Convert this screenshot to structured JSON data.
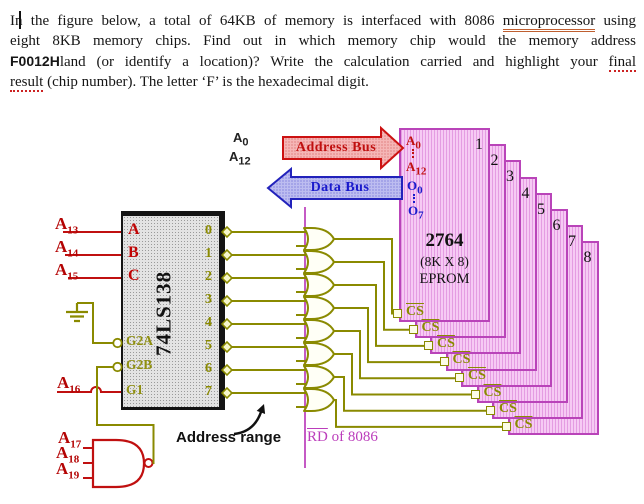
{
  "problem": {
    "lines": [
      {
        "justify": true,
        "segments": [
          {
            "t": "In the figure below, a total of 64KB of memory is interfaced with 8086 "
          },
          {
            "t": "microprocessor",
            "cls": "u-line"
          },
          {
            "t": " using"
          }
        ]
      },
      {
        "justify": true,
        "segments": [
          {
            "t": "eight 8KB memory chips. Find out in which memory chip would the memory address"
          }
        ]
      },
      {
        "justify": true,
        "segments": [
          {
            "t": "F0012H",
            "cls": "b"
          },
          {
            "t": "land (or identify a location)? Write the calculation carried and highlight your "
          },
          {
            "t": "final",
            "cls": "u-dot"
          }
        ]
      },
      {
        "justify": false,
        "segments": [
          {
            "t": "result",
            "cls": "u-dot"
          },
          {
            "t": " (chip number). The letter ‘F’ is the hexadecimal digit."
          }
        ]
      }
    ]
  },
  "cpu_pins": {
    "top": {
      "base": "A",
      "sub": "0"
    },
    "bottom": {
      "base": "A",
      "sub": "12"
    }
  },
  "buses": {
    "address": "Address Bus",
    "data": "Data Bus"
  },
  "decoder": {
    "part": "74LS138",
    "select_labels": [
      "A",
      "B",
      "C"
    ],
    "select_lines": [
      {
        "base": "A",
        "sub": "13"
      },
      {
        "base": "A",
        "sub": "14"
      },
      {
        "base": "A",
        "sub": "15"
      }
    ],
    "enable_labels": [
      "G2A",
      "G2B",
      "G1"
    ],
    "outputs": [
      "0",
      "1",
      "2",
      "3",
      "4",
      "5",
      "6",
      "7"
    ]
  },
  "gate_inputs": {
    "g1_line": {
      "base": "A",
      "sub": "16"
    },
    "nand_lines": [
      {
        "base": "A",
        "sub": "17"
      },
      {
        "base": "A",
        "sub": "18"
      },
      {
        "base": "A",
        "sub": "19"
      }
    ]
  },
  "eprom": {
    "part": "2764",
    "capacity": "(8K X 8)",
    "kind": "EPROM",
    "cs": "CS",
    "chip_numbers": [
      "1",
      "2",
      "3",
      "4",
      "5",
      "6",
      "7",
      "8"
    ],
    "pins": {
      "a_top": {
        "base": "A",
        "sub": "0"
      },
      "a_bot": {
        "base": "A",
        "sub": "12"
      },
      "o_top": {
        "base": "O",
        "sub": "0"
      },
      "o_bot": {
        "base": "O",
        "sub": "7"
      }
    }
  },
  "notes": {
    "address_range": "Address range",
    "rd_overline": "RD",
    "rd_rest": " of 8086"
  },
  "colors": {
    "signal_red": "#c01010",
    "wire_olive": "#8a8a00",
    "rd_magenta": "#bb3dbb",
    "bus_blue": "#2222bb",
    "chip_border": "#b944b9",
    "chip_fill": "#f6caf4"
  }
}
